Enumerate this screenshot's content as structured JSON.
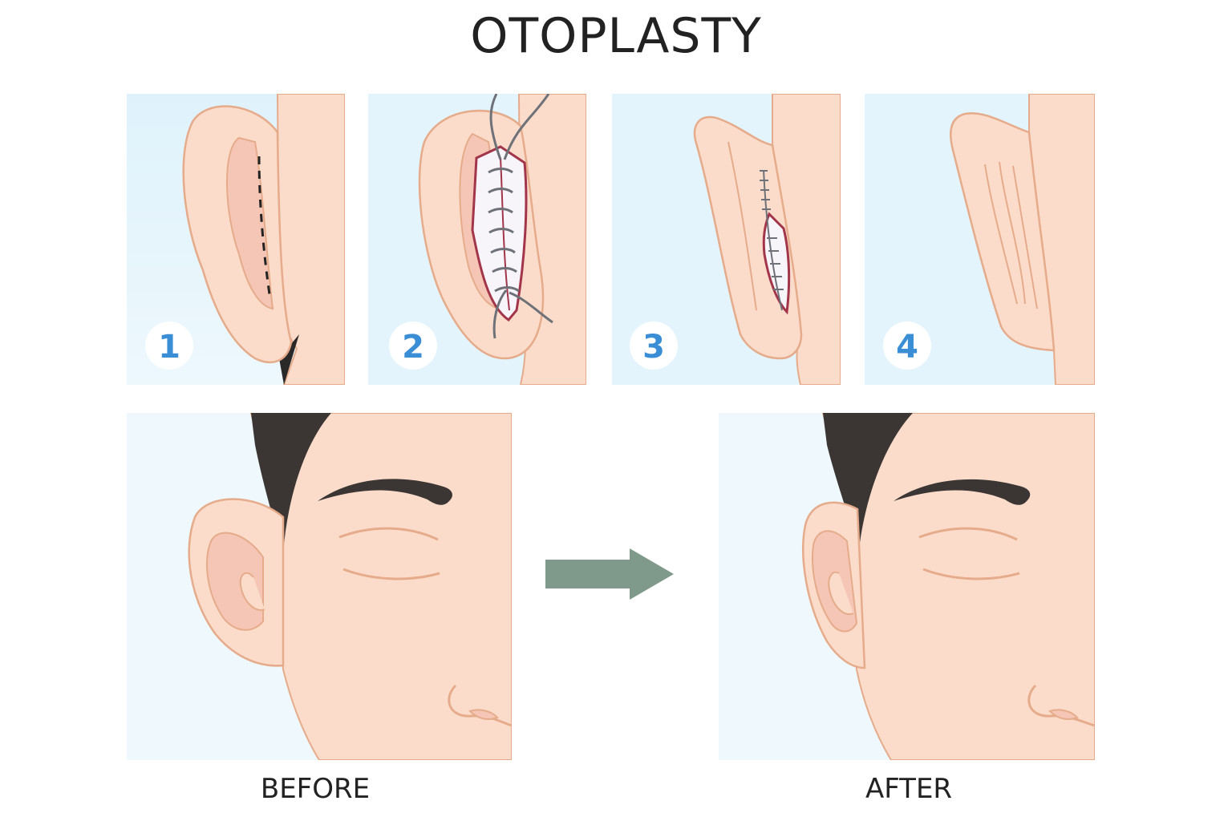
{
  "title": "OTOPLASTY",
  "steps": [
    {
      "number": "1"
    },
    {
      "number": "2"
    },
    {
      "number": "3"
    },
    {
      "number": "4"
    }
  ],
  "before_label": "BEFORE",
  "after_label": "AFTER",
  "colors": {
    "background_panel": "#e3f4fc",
    "skin": "#fbdccb",
    "skin_outline": "#e5ab8a",
    "inner_ear": "#f5c6b6",
    "incision": "#a23549",
    "suture": "#6e7278",
    "hair": "#3b3633",
    "badge_text": "#3a8ed6",
    "arrow": "#7f9a8a"
  },
  "icons": {
    "arrow": "right-arrow-icon"
  }
}
